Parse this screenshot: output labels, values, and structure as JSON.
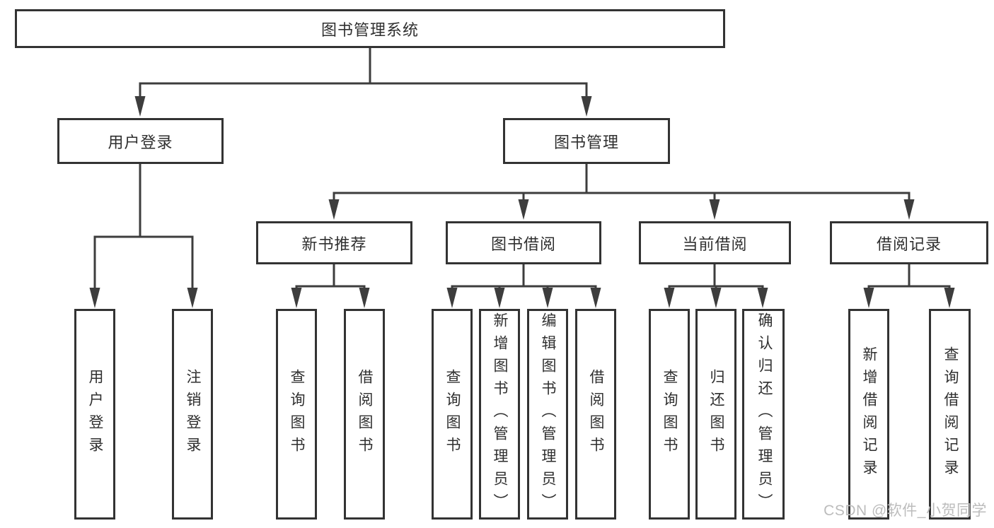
{
  "colors": {
    "line": "#3d3d3d",
    "border": "#333333",
    "text": "#2f2f2f",
    "background": "#ffffff",
    "watermark": "#bcbcbc"
  },
  "watermark": {
    "label": "CSDN @软件_小贺同学"
  },
  "diagram": {
    "type": "hierarchy-tree",
    "root": {
      "label": "图书管理系统"
    },
    "branches": [
      {
        "label": "用户登录",
        "children": [
          {
            "label": "用户登录"
          },
          {
            "label": "注销登录"
          }
        ]
      },
      {
        "label": "图书管理",
        "children": [
          {
            "label": "新书推荐",
            "children": [
              {
                "label": "查询图书"
              },
              {
                "label": "借阅图书"
              }
            ]
          },
          {
            "label": "图书借阅",
            "children": [
              {
                "label": "查询图书"
              },
              {
                "label": "新增图书（管理员）"
              },
              {
                "label": "编辑图书（管理员）"
              },
              {
                "label": "借阅图书"
              }
            ]
          },
          {
            "label": "当前借阅",
            "children": [
              {
                "label": "查询图书"
              },
              {
                "label": "归还图书"
              },
              {
                "label": "确认归还（管理员）"
              }
            ]
          },
          {
            "label": "借阅记录",
            "children": [
              {
                "label": "新增借阅记录"
              },
              {
                "label": "查询借阅记录"
              }
            ]
          }
        ]
      }
    ]
  }
}
